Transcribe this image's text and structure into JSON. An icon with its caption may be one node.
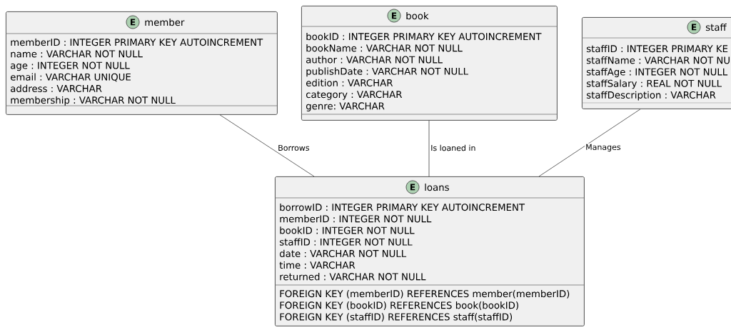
{
  "diagram": {
    "nodes": [
      {
        "text": [
          "E",
          "member",
          "memberID : INTEGER PRIMARY KEY AUTOINCREMENT",
          "name : VARCHAR NOT NULL",
          "age : INTEGER NOT NULL",
          "email : VARCHAR UNIQUE",
          "address : VARCHAR",
          "membership : VARCHAR NOT NULL"
        ]
      },
      {
        "text": [
          "E",
          "book",
          "bookID : INTEGER PRIMARY KEY AUTOINCREMENT",
          "bookName : VARCHAR NOT NULL",
          "author : VARCHAR NOT NULL",
          "publishDate : VARCHAR NOT NULL",
          "edition : VARCHAR",
          "category : VARCHAR",
          "genre: VARCHAR"
        ]
      },
      {
        "text": [
          "E",
          "staff",
          "staffID : INTEGER PRIMARY KE",
          "staffName : VARCHAR NOT NU",
          "staffAge : INTEGER NOT NULL",
          "staffSalary : REAL NOT NULL",
          "staffDescription : VARCHAR"
        ]
      },
      {
        "text": [
          "E",
          "loans",
          "borrowID : INTEGER PRIMARY KEY AUTOINCREMENT",
          "memberID : INTEGER NOT NULL",
          "bookID : INTEGER NOT NULL",
          "staffID : INTEGER NOT NULL",
          "date : VARCHAR NOT NULL",
          "time : VARCHAR",
          "returned : VARCHAR NOT NULL",
          "FOREIGN KEY (memberID) REFERENCES member(memberID)",
          "FOREIGN KEY (bookID) REFERENCES book(bookID)",
          "FOREIGN KEY (staffID) REFERENCES staff(staffID)"
        ]
      }
    ],
    "edges": [
      {
        "from": 0,
        "to": 3,
        "arrow": "none",
        "label": "Borrows"
      },
      {
        "from": 1,
        "to": 3,
        "arrow": "none",
        "label": "Is loaned in"
      },
      {
        "from": 2,
        "to": 3,
        "arrow": "none",
        "label": "Manages"
      }
    ]
  }
}
